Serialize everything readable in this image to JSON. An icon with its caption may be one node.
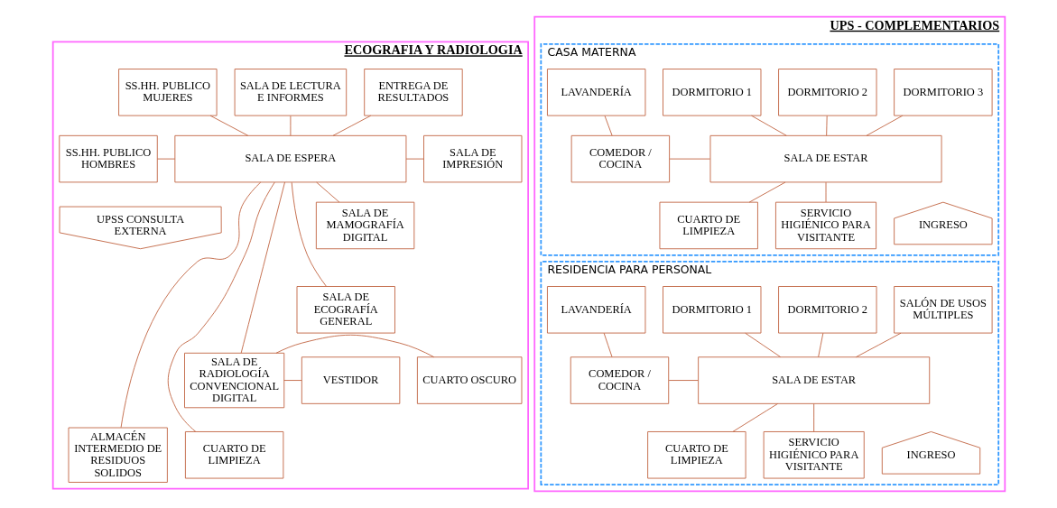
{
  "diagram": {
    "nodes": [
      {
        "text": [
          "ECOGRAFIA Y RADIOLOGIA"
        ]
      },
      {
        "text": [
          "SS.HH. PUBLICO MUJERES"
        ],
        "in": 0
      },
      {
        "text": [
          "SALA DE LECTURA E INFORMES"
        ],
        "in": 0
      },
      {
        "text": [
          "ENTREGA DE RESULTADOS"
        ],
        "in": 0
      },
      {
        "text": [
          "SS.HH. PUBLICO HOMBRES"
        ],
        "in": 0
      },
      {
        "text": [
          "SALA DE ESPERA"
        ],
        "in": 0
      },
      {
        "text": [
          "SALA DE IMPRESIÓN"
        ],
        "in": 0
      },
      {
        "text": [
          "UPSS CONSULTA EXTERNA"
        ],
        "in": 0
      },
      {
        "text": [
          "SALA DE MAMOGRAFÍA DIGITAL"
        ],
        "in": 0
      },
      {
        "text": [
          "SALA DE ECOGRAFÍA GENERAL"
        ],
        "in": 0
      },
      {
        "text": [
          "SALA DE RADIOLOGÍA CONVENCIONAL DIGITAL"
        ],
        "in": 0
      },
      {
        "text": [
          "VESTIDOR"
        ],
        "in": 0
      },
      {
        "text": [
          "CUARTO OSCURO"
        ],
        "in": 0
      },
      {
        "text": [
          "ALMACÉN INTERMEDIO DE RESIDUOS SOLIDOS"
        ],
        "in": 0
      },
      {
        "text": [
          "CUARTO DE LIMPIEZA"
        ],
        "in": 0
      },
      {
        "text": [
          "UPS - COMPLEMENTARIOS"
        ]
      },
      {
        "text": [
          "CASA MATERNA"
        ],
        "in": 15
      },
      {
        "text": [
          "LAVANDERÍA"
        ],
        "in": 16
      },
      {
        "text": [
          "DORMITORIO 1"
        ],
        "in": 16
      },
      {
        "text": [
          "DORMITORIO 2"
        ],
        "in": 16
      },
      {
        "text": [
          "DORMITORIO 3"
        ],
        "in": 16
      },
      {
        "text": [
          "COMEDOR / COCINA"
        ],
        "in": 16
      },
      {
        "text": [
          "SALA DE ESTAR"
        ],
        "in": 16
      },
      {
        "text": [
          "CUARTO DE LIMPIEZA"
        ],
        "in": 16
      },
      {
        "text": [
          "SERVICIO HIGIÉNICO PARA VISITANTE"
        ],
        "in": 16
      },
      {
        "text": [
          "INGRESO"
        ],
        "in": 16
      },
      {
        "text": [
          "RESIDENCIA PARA PERSONAL"
        ],
        "in": 15
      },
      {
        "text": [
          "LAVANDERÍA"
        ],
        "in": 26
      },
      {
        "text": [
          "DORMITORIO 1"
        ],
        "in": 26
      },
      {
        "text": [
          "DORMITORIO 2"
        ],
        "in": 26
      },
      {
        "text": [
          "SALÓN DE USOS MÚLTIPLES"
        ],
        "in": 26
      },
      {
        "text": [
          "COMEDOR / COCINA"
        ],
        "in": 26
      },
      {
        "text": [
          "SALA DE ESTAR"
        ],
        "in": 26
      },
      {
        "text": [
          "CUARTO DE LIMPIEZA"
        ],
        "in": 26
      },
      {
        "text": [
          "SERVICIO HIGIÉNICO PARA VISITANTE"
        ],
        "in": 26
      },
      {
        "text": [
          "INGRESO"
        ],
        "in": 26
      }
    ],
    "edges": [
      {
        "from": 1,
        "to": 5,
        "arrow": "none"
      },
      {
        "from": 2,
        "to": 5,
        "arrow": "none"
      },
      {
        "from": 3,
        "to": 5,
        "arrow": "none"
      },
      {
        "from": 4,
        "to": 5,
        "arrow": "none"
      },
      {
        "from": 5,
        "to": 6,
        "arrow": "none"
      },
      {
        "from": 5,
        "to": 8,
        "arrow": "none"
      },
      {
        "from": 5,
        "to": 9,
        "arrow": "none"
      },
      {
        "from": 5,
        "to": 10,
        "arrow": "none"
      },
      {
        "from": 5,
        "to": 13,
        "arrow": "none"
      },
      {
        "from": 5,
        "to": 14,
        "arrow": "none"
      },
      {
        "from": 10,
        "to": 11,
        "arrow": "none"
      },
      {
        "from": 10,
        "to": 12,
        "arrow": "none"
      },
      {
        "from": 17,
        "to": 21,
        "arrow": "none"
      },
      {
        "from": 18,
        "to": 22,
        "arrow": "none"
      },
      {
        "from": 19,
        "to": 22,
        "arrow": "none"
      },
      {
        "from": 20,
        "to": 22,
        "arrow": "none"
      },
      {
        "from": 21,
        "to": 22,
        "arrow": "none"
      },
      {
        "from": 22,
        "to": 23,
        "arrow": "none"
      },
      {
        "from": 22,
        "to": 24,
        "arrow": "none"
      },
      {
        "from": 27,
        "to": 31,
        "arrow": "none"
      },
      {
        "from": 28,
        "to": 32,
        "arrow": "none"
      },
      {
        "from": 29,
        "to": 32,
        "arrow": "none"
      },
      {
        "from": 30,
        "to": 32,
        "arrow": "none"
      },
      {
        "from": 31,
        "to": 32,
        "arrow": "none"
      },
      {
        "from": 32,
        "to": 33,
        "arrow": "none"
      },
      {
        "from": 32,
        "to": 34,
        "arrow": "none"
      }
    ]
  }
}
